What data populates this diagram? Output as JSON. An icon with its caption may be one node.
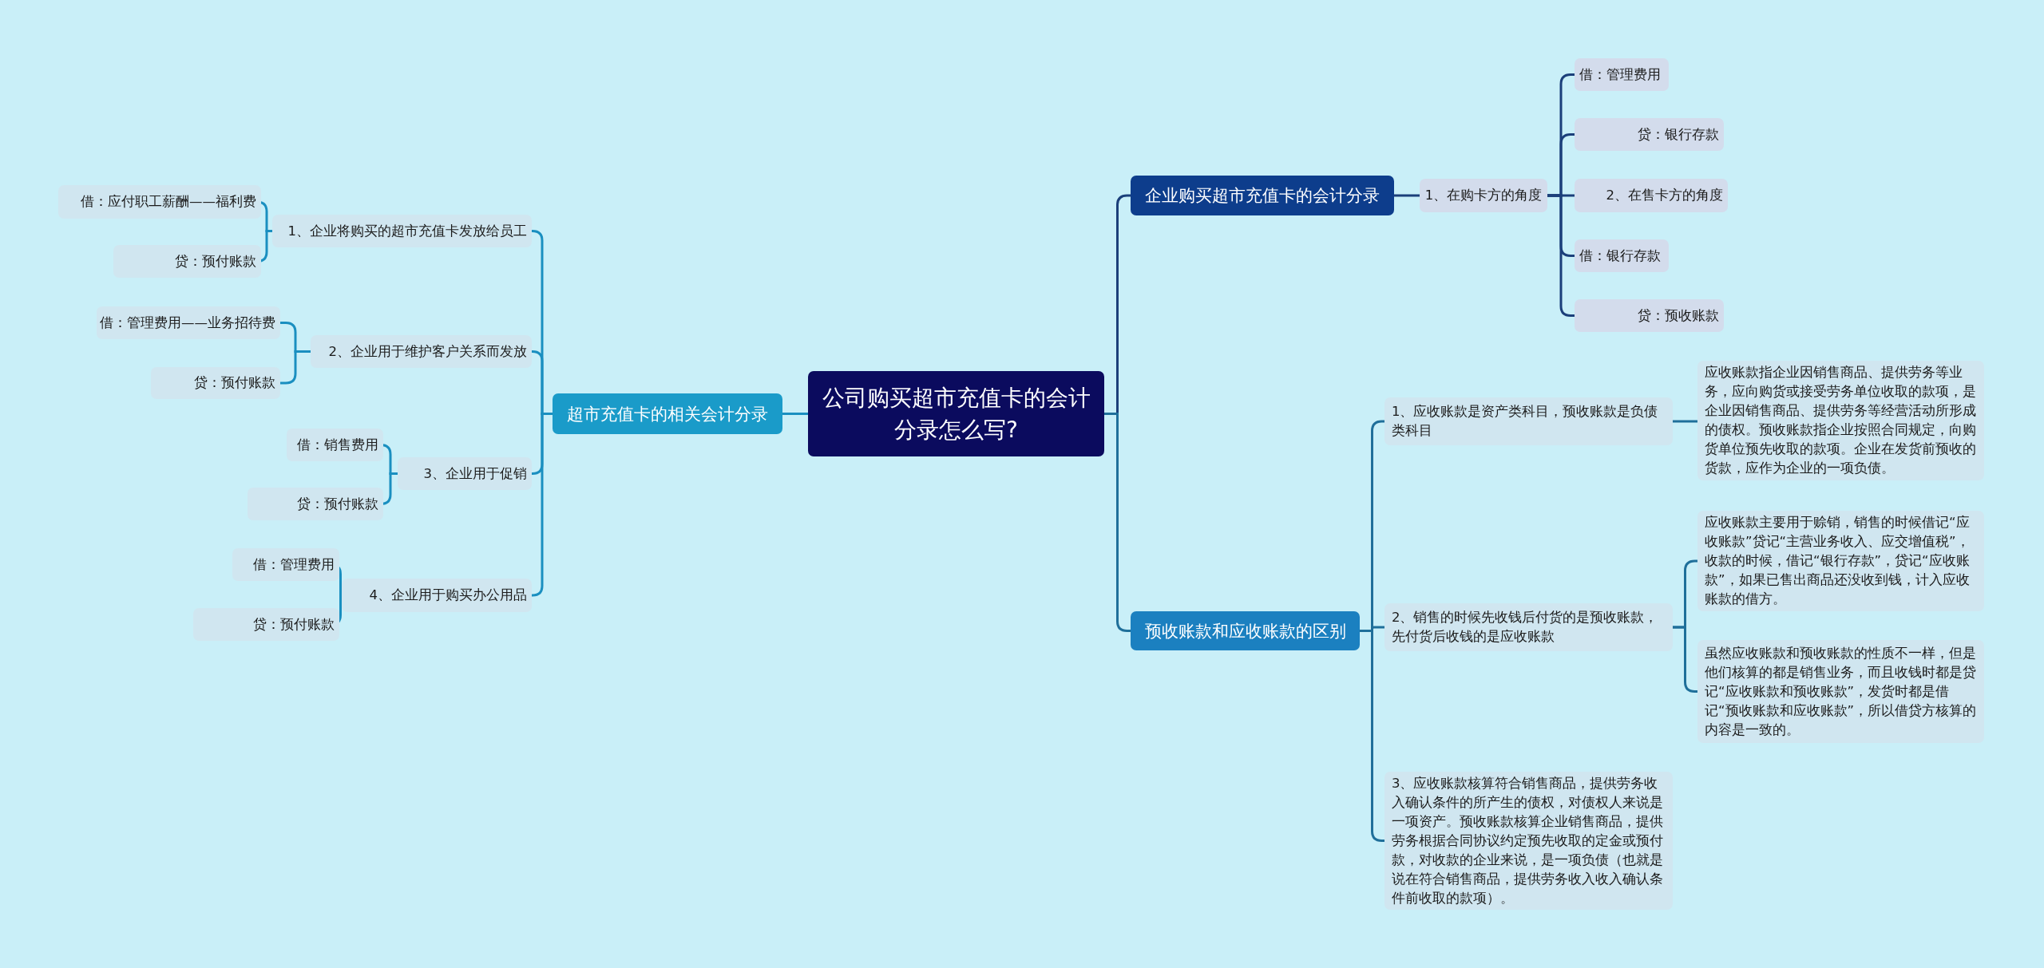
{
  "diagram": {
    "nodes": [
      {
        "text": [
          "公司购买超市充值卡的会计分录怎么写?"
        ]
      },
      {
        "text": [
          "企业购买超市充值卡的会计分录"
        ]
      },
      {
        "text": [
          "1、在购卡方的角度"
        ]
      },
      {
        "text": [
          "借：管理费用"
        ]
      },
      {
        "text": [
          "贷：银行存款"
        ]
      },
      {
        "text": [
          "2、在售卡方的角度"
        ]
      },
      {
        "text": [
          "借：银行存款"
        ]
      },
      {
        "text": [
          "贷：预收账款"
        ]
      },
      {
        "text": [
          "预收账款和应收账款的区别"
        ]
      },
      {
        "text": [
          "1、应收账款是资产类科目，预收账款是负债类科目"
        ]
      },
      {
        "text": [
          "应收账款指企业因销售商品、提供劳务等业务，应向购货或接受劳务单位收取的款项，是企业因销售商品、提供劳务等经营活动所形成的债权。预收账款指企业按照合同规定，向购货单位预先收取的款项。企业在发货前预收的货款，应作为企业的一项负债。"
        ]
      },
      {
        "text": [
          "2、销售的时候先收钱后付货的是预收账款，先付货后收钱的是应收账款"
        ]
      },
      {
        "text": [
          "应收账款主要用于赊销，销售的时候借记“应收账款”贷记“主营业务收入、应交增值税”，收款的时候，借记“银行存款”，贷记“应收账款”，如果已售出商品还没收到钱，计入应收账款的借方。"
        ]
      },
      {
        "text": [
          "虽然应收账款和预收账款的性质不一样，但是他们核算的都是销售业务，而且收钱时都是贷记“应收账款和预收账款”，发货时都是借记“预收账款和应收账款”，所以借贷方核算的内容是一致的。"
        ]
      },
      {
        "text": [
          "3、应收账款核算符合销售商品，提供劳务收入确认条件的所产生的债权，对债权人来说是一项资产。预收账款核算企业销售商品，提供劳务根据合同协议约定预先收取的定金或预付款，对收款的企业来说，是一项负债（也就是说在符合销售商品，提供劳务收入收入确认条件前收取的款项）。"
        ]
      },
      {
        "text": [
          "超市充值卡的相关会计分录"
        ]
      },
      {
        "text": [
          "1、企业将购买的超市充值卡发放给员工"
        ]
      },
      {
        "text": [
          "借：应付职工薪酬——福利费"
        ]
      },
      {
        "text": [
          "贷：预付账款"
        ]
      },
      {
        "text": [
          "2、企业用于维护客户关系而发放"
        ]
      },
      {
        "text": [
          "借：管理费用——业务招待费"
        ]
      },
      {
        "text": [
          "贷：预付账款"
        ]
      },
      {
        "text": [
          "3、企业用于促销"
        ]
      },
      {
        "text": [
          "借：销售费用"
        ]
      },
      {
        "text": [
          "贷：预付账款"
        ]
      },
      {
        "text": [
          "4、企业用于购买办公用品"
        ]
      },
      {
        "text": [
          "借：管理费用"
        ]
      },
      {
        "text": [
          "贷：预付账款"
        ]
      }
    ],
    "edges": [
      {
        "from": 0,
        "to": 1,
        "arrow": "none",
        "color": "#1b3f7a"
      },
      {
        "from": 1,
        "to": 2,
        "arrow": "none",
        "color": "#1b3f7a"
      },
      {
        "from": 2,
        "to": 3,
        "arrow": "none",
        "color": "#1b3f7a"
      },
      {
        "from": 2,
        "to": 4,
        "arrow": "none",
        "color": "#1b3f7a"
      },
      {
        "from": 2,
        "to": 5,
        "arrow": "none",
        "color": "#1b3f7a"
      },
      {
        "from": 2,
        "to": 6,
        "arrow": "none",
        "color": "#1b3f7a"
      },
      {
        "from": 2,
        "to": 7,
        "arrow": "none",
        "color": "#1b3f7a"
      },
      {
        "from": 0,
        "to": 8,
        "arrow": "none",
        "color": "#1f6f9a"
      },
      {
        "from": 8,
        "to": 9,
        "arrow": "none",
        "color": "#1f6f9a"
      },
      {
        "from": 9,
        "to": 10,
        "arrow": "none",
        "color": "#1f6f9a"
      },
      {
        "from": 8,
        "to": 11,
        "arrow": "none",
        "color": "#1f6f9a"
      },
      {
        "from": 11,
        "to": 12,
        "arrow": "none",
        "color": "#1f6f9a"
      },
      {
        "from": 11,
        "to": 13,
        "arrow": "none",
        "color": "#1f6f9a"
      },
      {
        "from": 8,
        "to": 14,
        "arrow": "none",
        "color": "#1f6f9a"
      },
      {
        "from": 0,
        "to": 15,
        "arrow": "none"
      },
      {
        "from": 15,
        "to": 16,
        "arrow": "none"
      },
      {
        "from": 16,
        "to": 17,
        "arrow": "none"
      },
      {
        "from": 16,
        "to": 18,
        "arrow": "none"
      },
      {
        "from": 15,
        "to": 19,
        "arrow": "none"
      },
      {
        "from": 19,
        "to": 20,
        "arrow": "none"
      },
      {
        "from": 19,
        "to": 21,
        "arrow": "none"
      },
      {
        "from": 15,
        "to": 22,
        "arrow": "none"
      },
      {
        "from": 22,
        "to": 23,
        "arrow": "none"
      },
      {
        "from": 22,
        "to": 24,
        "arrow": "none"
      },
      {
        "from": 15,
        "to": 25,
        "arrow": "none"
      },
      {
        "from": 25,
        "to": 26,
        "arrow": "none"
      },
      {
        "from": 25,
        "to": 27,
        "arrow": "none"
      }
    ]
  }
}
